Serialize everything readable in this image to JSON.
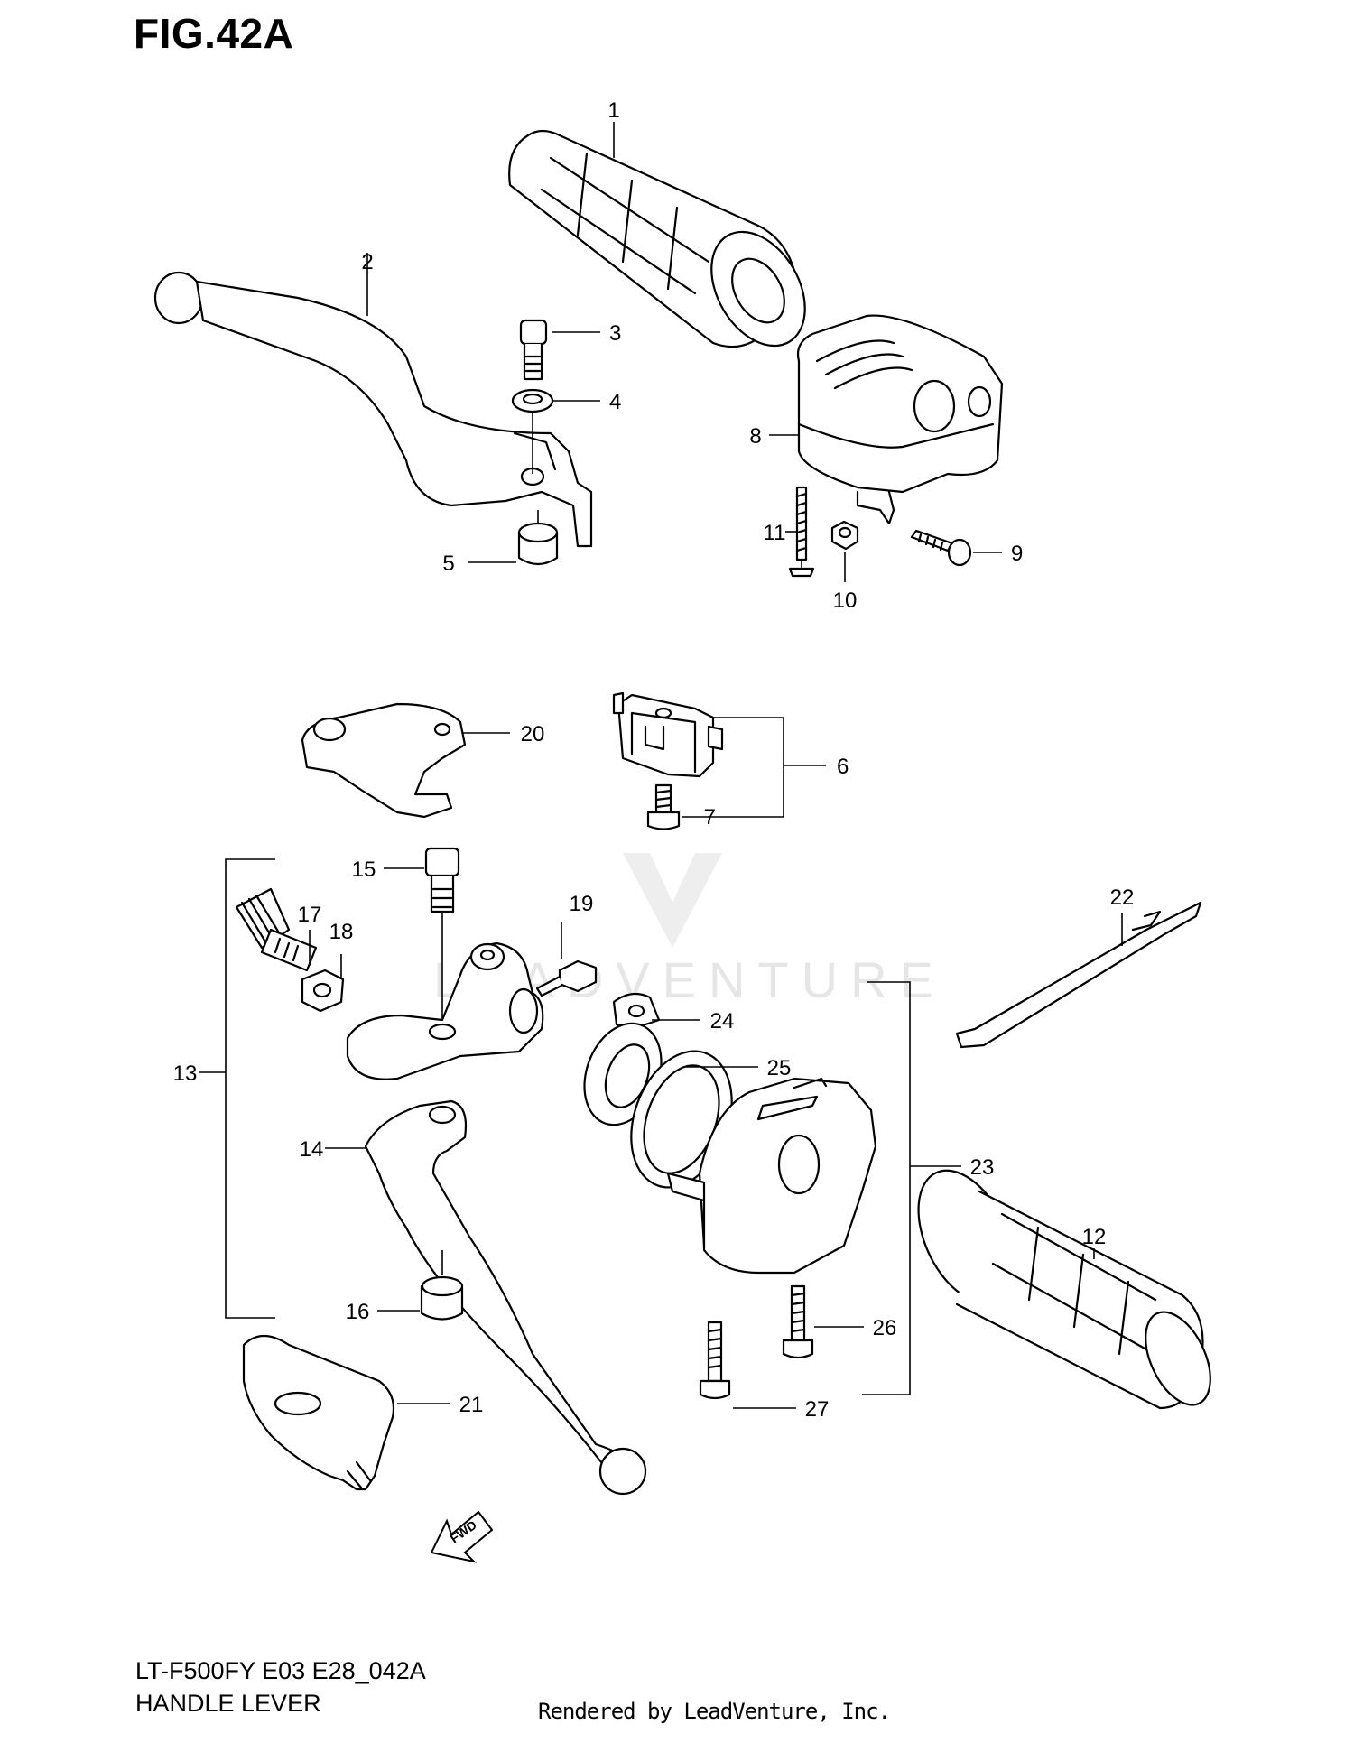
{
  "figure": {
    "title": "FIG.42A",
    "model_code": "LT-F500FY E03 E28_042A",
    "section_name": "HANDLE LEVER",
    "rendered_by": "Rendered by LeadVenture, Inc.",
    "watermark": "LEADVENTURE",
    "fwd_label": "FWD"
  },
  "callouts": [
    "1",
    "2",
    "3",
    "4",
    "5",
    "6",
    "7",
    "8",
    "9",
    "10",
    "11",
    "12",
    "13",
    "14",
    "15",
    "16",
    "17",
    "18",
    "19",
    "20",
    "21",
    "22",
    "23",
    "24",
    "25",
    "26",
    "27"
  ]
}
